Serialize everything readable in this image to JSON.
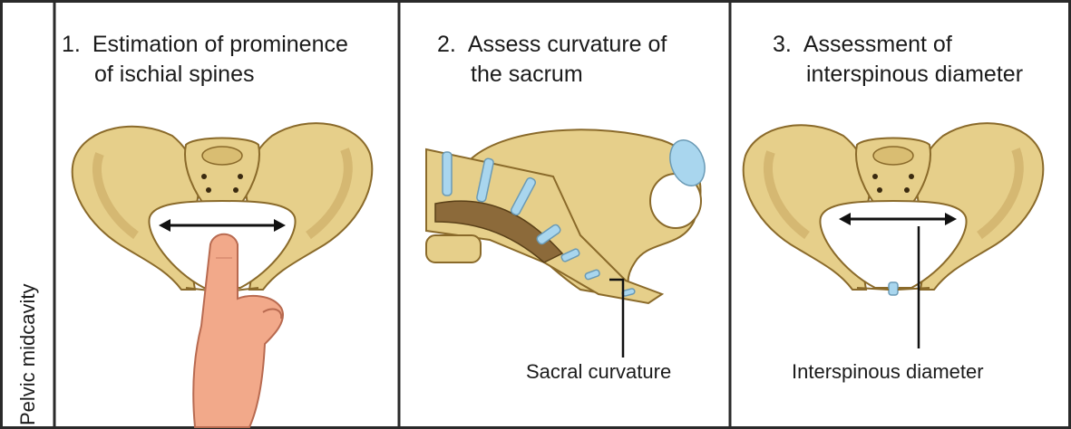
{
  "side_label": "Pelvic midcavity",
  "panels": [
    {
      "number": "1.",
      "line1": "Estimation of prominence",
      "line2": "of ischial spines"
    },
    {
      "number": "2.",
      "line1": "Assess curvature of",
      "line2": "the sacrum",
      "label": "Sacral curvature"
    },
    {
      "number": "3.",
      "line1": "Assessment of",
      "line2": "interspinous diameter",
      "label": "Interspinous diameter"
    }
  ],
  "colors": {
    "bone": "#e6cf8a",
    "bone_shadow": "#c9a862",
    "cartilage": "#a9d6ee",
    "skin": "#f2a98a",
    "border": "#2a2a2a"
  }
}
